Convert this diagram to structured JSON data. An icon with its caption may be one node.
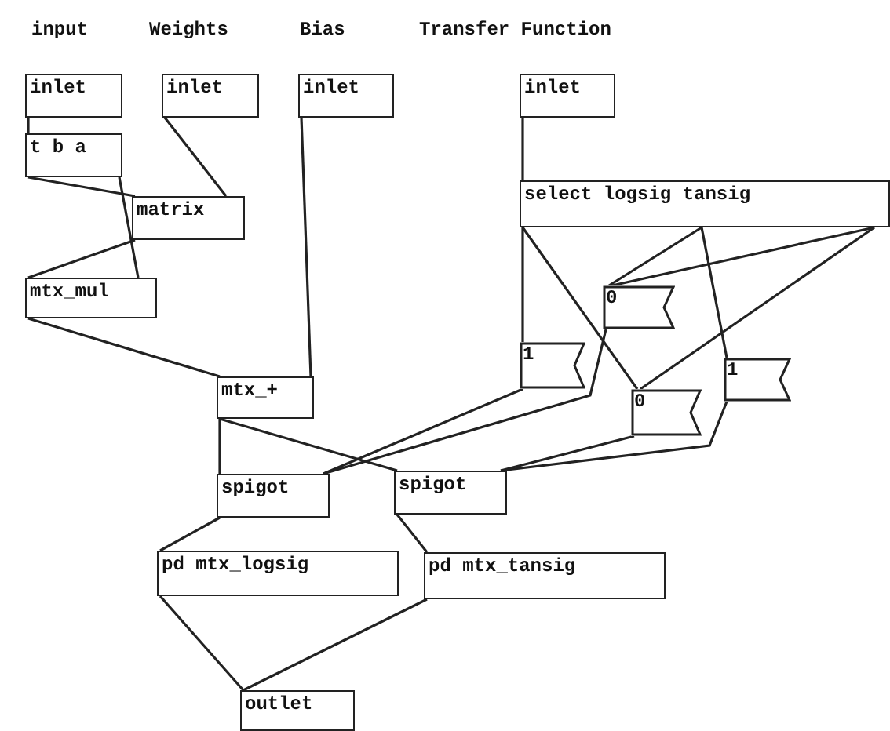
{
  "diagram": {
    "nodes": [
      {
        "text": [
          "inlet"
        ]
      },
      {
        "text": [
          "inlet"
        ]
      },
      {
        "text": [
          "inlet"
        ]
      },
      {
        "text": [
          "inlet"
        ]
      },
      {
        "text": [
          "t b a"
        ]
      },
      {
        "text": [
          "matrix"
        ]
      },
      {
        "text": [
          "mtx_mul"
        ]
      },
      {
        "text": [
          "mtx_+"
        ]
      },
      {
        "text": [
          "select logsig tansig"
        ]
      },
      {
        "text": [
          "0"
        ]
      },
      {
        "text": [
          "1"
        ]
      },
      {
        "text": [
          "0"
        ]
      },
      {
        "text": [
          "1"
        ]
      },
      {
        "text": [
          "spigot"
        ]
      },
      {
        "text": [
          "spigot"
        ]
      },
      {
        "text": [
          "pd mtx_logsig"
        ]
      },
      {
        "text": [
          "pd mtx_tansig"
        ]
      },
      {
        "text": [
          "outlet"
        ]
      }
    ],
    "edges": [
      {
        "from": 0,
        "to": 4,
        "arrow": "none"
      },
      {
        "from": 1,
        "to": 5,
        "arrow": "none"
      },
      {
        "from": 4,
        "to": 5,
        "arrow": "none"
      },
      {
        "from": 4,
        "to": 6,
        "arrow": "none"
      },
      {
        "from": 5,
        "to": 6,
        "arrow": "none"
      },
      {
        "from": 6,
        "to": 7,
        "arrow": "none"
      },
      {
        "from": 2,
        "to": 7,
        "arrow": "none"
      },
      {
        "from": 3,
        "to": 8,
        "arrow": "none"
      },
      {
        "from": 8,
        "to": 10,
        "arrow": "none"
      },
      {
        "from": 8,
        "to": 11,
        "arrow": "none"
      },
      {
        "from": 8,
        "to": 9,
        "arrow": "none"
      },
      {
        "from": 8,
        "to": 12,
        "arrow": "none"
      },
      {
        "from": 8,
        "to": 9,
        "arrow": "none"
      },
      {
        "from": 8,
        "to": 11,
        "arrow": "none"
      },
      {
        "from": 10,
        "to": 13,
        "arrow": "none"
      },
      {
        "from": 9,
        "to": 13,
        "arrow": "none"
      },
      {
        "from": 11,
        "to": 14,
        "arrow": "none"
      },
      {
        "from": 12,
        "to": 14,
        "arrow": "none"
      },
      {
        "from": 7,
        "to": 13,
        "arrow": "none"
      },
      {
        "from": 7,
        "to": 14,
        "arrow": "none"
      },
      {
        "from": 13,
        "to": 15,
        "arrow": "none"
      },
      {
        "from": 14,
        "to": 16,
        "arrow": "none"
      },
      {
        "from": 15,
        "to": 17,
        "arrow": "none"
      },
      {
        "from": 16,
        "to": 17,
        "arrow": "none"
      }
    ],
    "labels": [
      "input",
      "Weights",
      "Bias",
      "Transfer Function"
    ]
  }
}
